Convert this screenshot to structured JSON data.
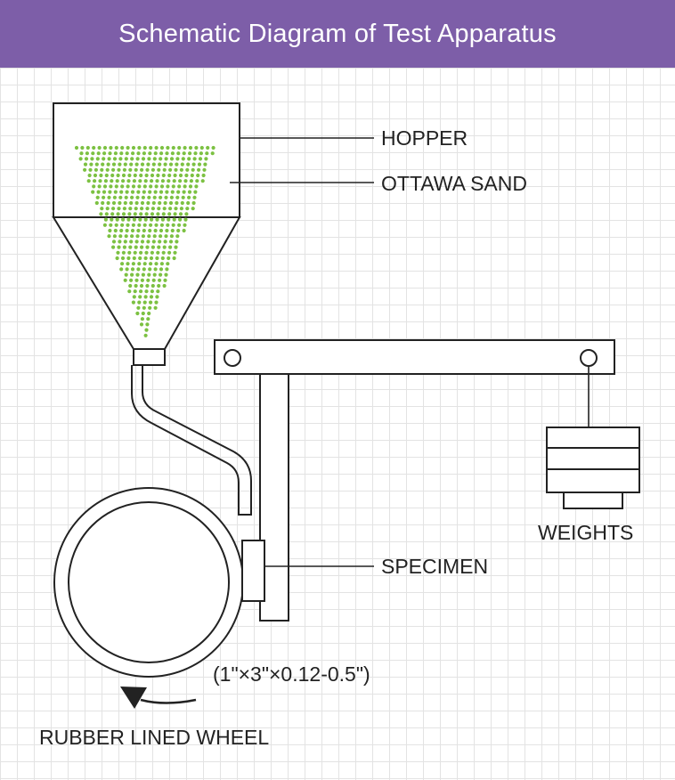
{
  "title": "Schematic Diagram of Test Apparatus",
  "colors": {
    "header_bg": "#7d5ea8",
    "header_text": "#ffffff",
    "sand": "#7cc142",
    "grid": "#e3e3e3",
    "line": "#222222"
  },
  "labels": {
    "hopper": "HOPPER",
    "sand": "OTTAWA SAND",
    "weights": "WEIGHTS",
    "specimen": "SPECIMEN",
    "specimen_size": "(1\"×3\"×0.12-0.5\")",
    "wheel": "RUBBER LINED WHEEL"
  }
}
